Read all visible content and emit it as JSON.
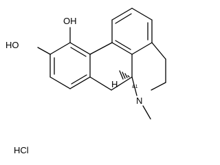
{
  "molecule": {
    "hydroxyl_label_top": "OH",
    "hydroxyl_label_left": "HO",
    "nitrogen_label": "N",
    "hydrogen_label": "H",
    "stereo_label": "&1",
    "salt_label": "HCl"
  }
}
